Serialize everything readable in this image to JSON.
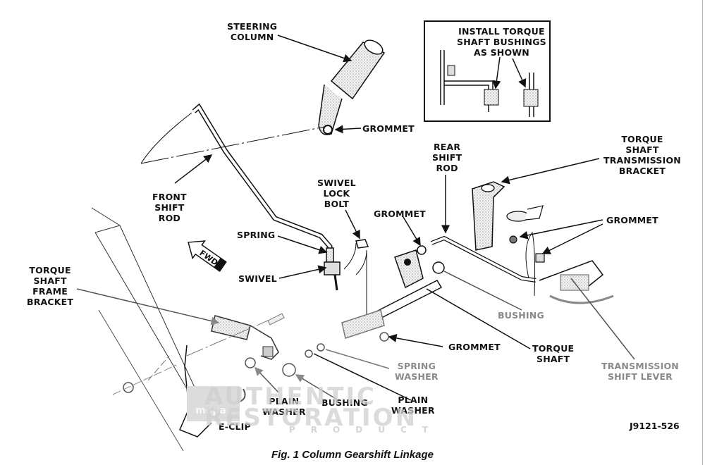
{
  "figure": {
    "caption": "Fig. 1 Column Gearshift Linkage",
    "figure_id": "J9121-526",
    "direction_marker": "FWD"
  },
  "inset": {
    "title": "INSTALL TORQUE\nSHAFT BUSHINGS\nAS SHOWN"
  },
  "labels": {
    "steering_column": "STEERING\nCOLUMN",
    "grommet_top": "GROMMET",
    "front_shift_rod": "FRONT\nSHIFT\nROD",
    "swivel_lock_bolt": "SWIVEL\nLOCK\nBOLT",
    "spring": "SPRING",
    "swivel": "SWIVEL",
    "torque_shaft_frame_bracket": "TORQUE\nSHAFT\nFRAME\nBRACKET",
    "grommet_mid": "GROMMET",
    "rear_shift_rod": "REAR\nSHIFT\nROD",
    "torque_shaft_transmission_bracket": "TORQUE\nSHAFT\nTRANSMISSION\nBRACKET",
    "grommet_right": "GROMMET",
    "bushing_right": "BUSHING",
    "grommet_bottom": "GROMMET",
    "torque_shaft": "TORQUE\nSHAFT",
    "transmission_shift_lever": "TRANSMISSION\nSHIFT LEVER",
    "spring_washer": "SPRING\nWASHER",
    "plain_washer_right": "PLAIN\nWASHER",
    "bushing_bottom": "BUSHING",
    "plain_washer_left": "PLAIN\nWASHER",
    "e_clip": "E-CLIP"
  },
  "watermark": {
    "line1": "AUTHENTIC",
    "line2": "RESTORATION",
    "line3": "PRODUCT",
    "logo": "mopar"
  }
}
